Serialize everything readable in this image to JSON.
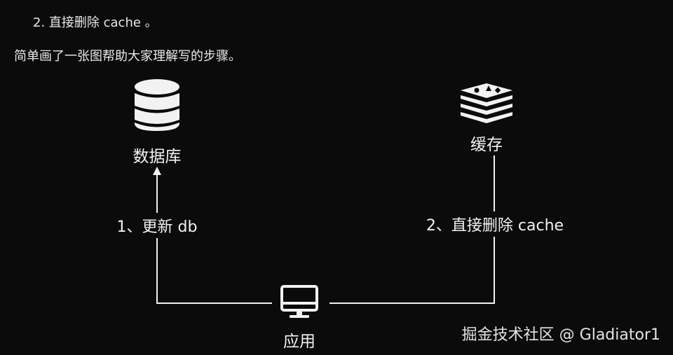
{
  "article": {
    "list_item": "2. 直接删除 cache 。",
    "intro": "简单画了一张图帮助大家理解写的步骤。"
  },
  "diagram": {
    "nodes": {
      "database": {
        "label": "数据库",
        "icon": "database-icon"
      },
      "cache": {
        "label": "缓存",
        "icon": "redis-icon"
      },
      "app": {
        "label": "应用",
        "icon": "monitor-icon"
      }
    },
    "edges": {
      "update_db": "1、更新 db",
      "delete_cache": "2、直接删除 cache"
    },
    "colors": {
      "background": "#0c0b0b",
      "foreground": "#f2f2f2"
    }
  },
  "watermark": "掘金技术社区 @ Gladiator1"
}
